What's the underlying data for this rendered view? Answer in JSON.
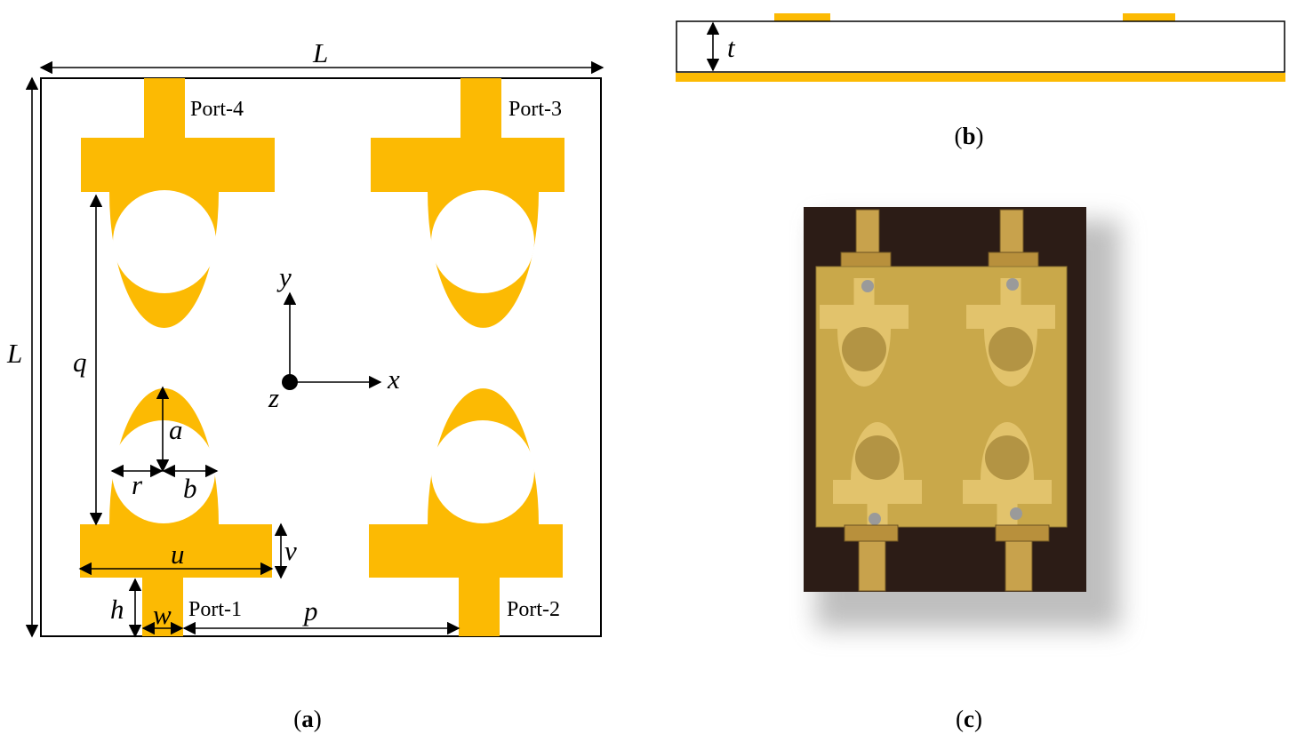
{
  "colors": {
    "copper": "#FCBA03",
    "outline": "#000000",
    "photo_bg": "#2c1c16",
    "pcb": "#c9a84a",
    "connector": "#c8a24c"
  },
  "panel_a": {
    "caption_open": "(",
    "caption_letter": "a",
    "caption_close": ")",
    "ports": {
      "p1": "Port-1",
      "p2": "Port-2",
      "p3": "Port-3",
      "p4": "Port-4"
    },
    "dims": {
      "L_top": "L",
      "L_left": "L",
      "q": "q",
      "a": "a",
      "r": "r",
      "b": "b",
      "u": "u",
      "v": "v",
      "h": "h",
      "w": "w",
      "p": "p"
    },
    "axes": {
      "x": "x",
      "y": "y",
      "z": "z"
    }
  },
  "panel_b": {
    "caption_open": "(",
    "caption_letter": "b",
    "caption_close": ")",
    "dim_t": "t"
  },
  "panel_c": {
    "caption_open": "(",
    "caption_letter": "c",
    "caption_close": ")"
  }
}
